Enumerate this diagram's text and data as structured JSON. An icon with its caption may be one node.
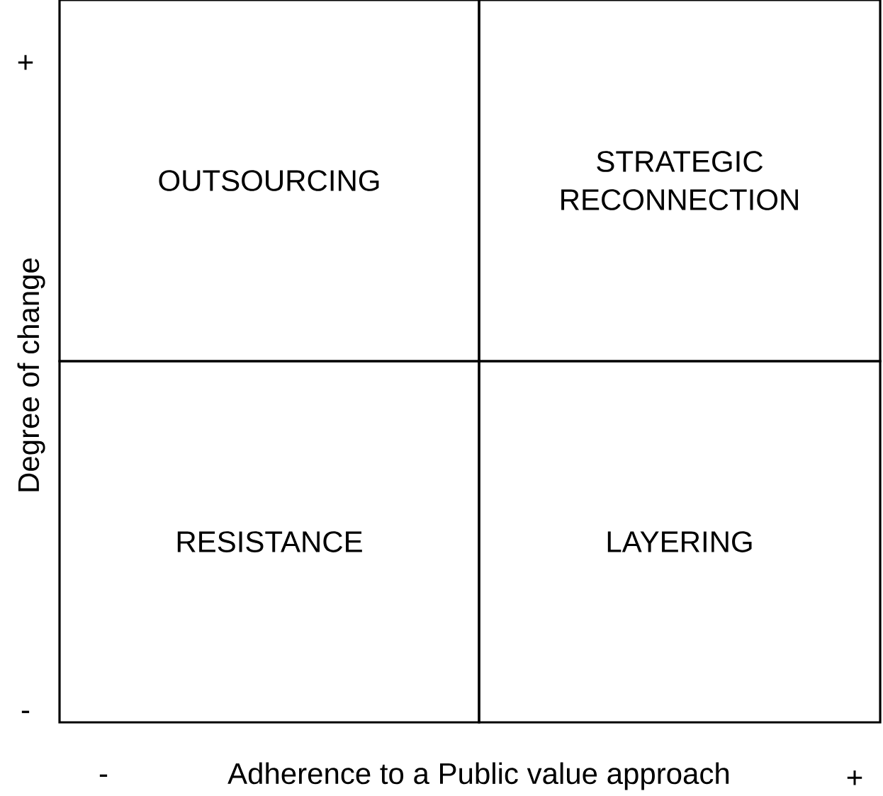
{
  "diagram": {
    "nodes": [
      {
        "text": [
          "OUTSOURCING"
        ]
      },
      {
        "text": [
          "STRATEGIC RECONNECTION"
        ]
      },
      {
        "text": [
          "RESISTANCE"
        ]
      },
      {
        "text": [
          "LAYERING"
        ]
      }
    ],
    "labels": [
      "+",
      "-",
      "Degree of change",
      "-",
      "Adherence to a Public value approach",
      "+"
    ]
  }
}
